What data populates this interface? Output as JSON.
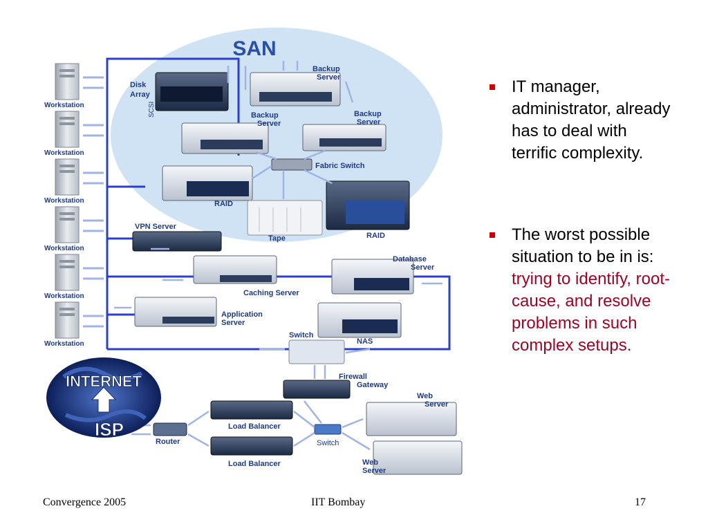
{
  "diagram": {
    "san_title": "SAN",
    "internet_label": "INTERNET",
    "isp_label": "ISP",
    "scsi_label": "SCSI",
    "labels": {
      "disk_array": [
        "Disk",
        "Array"
      ],
      "backup_server_top": [
        "Backup",
        "Server"
      ],
      "backup_server_left": [
        "Backup",
        "Server"
      ],
      "backup_server_right": [
        "Backup",
        "Server"
      ],
      "fabric_switch": "Fabric Switch",
      "raid_left": "RAID",
      "raid_right": "RAID",
      "tape": "Tape",
      "vpn_server": "VPN Server",
      "caching_server": "Caching Server",
      "application_server": [
        "Application",
        "Server"
      ],
      "database_server": [
        "Database",
        "Server"
      ],
      "nas": "NAS",
      "switch_main": "Switch",
      "firewall_gateway": [
        "Firewall",
        "Gateway"
      ],
      "load_balancer_1": "Load Balancer",
      "load_balancer_2": "Load Balancer",
      "router": "Router",
      "switch_small": "Switch",
      "web_server_1": [
        "Web",
        "Server"
      ],
      "web_server_2": [
        "Web",
        "Server"
      ]
    },
    "workstations": [
      "Workstation",
      "Workstation",
      "Workstation",
      "Workstation",
      "Workstation",
      "Workstation"
    ]
  },
  "bullets": [
    {
      "text": "IT manager, administrator, already has to deal with terrific complexity."
    },
    {
      "text_plain": "The worst possible situation to be in is: ",
      "text_red": "trying to identify, root-cause, and resolve problems in such complex setups."
    }
  ],
  "footer": {
    "left": "Convergence 2005",
    "center": "IIT Bombay",
    "right": "17"
  },
  "colors": {
    "accent_red": "#a50021",
    "bullet_red": "#cc0000",
    "line_blue": "#2a3fcf",
    "label_blue": "#1f3b86",
    "san_ellipse": "#cfe3f5"
  }
}
